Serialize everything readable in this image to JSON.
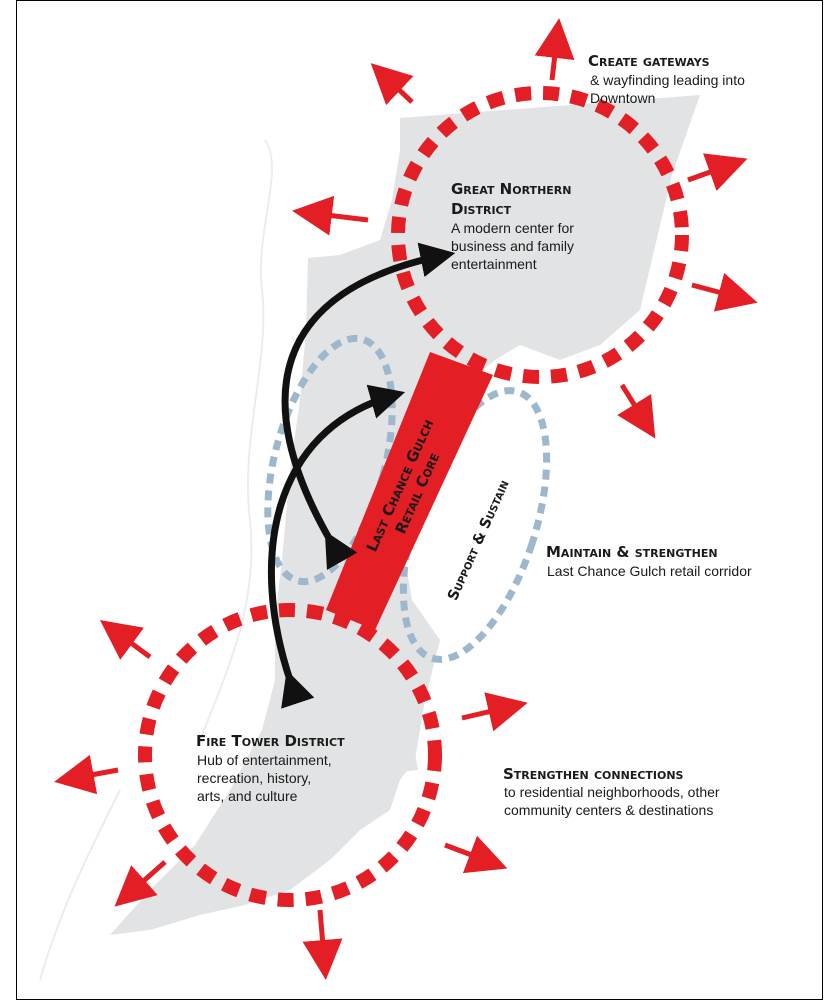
{
  "colors": {
    "gateway_red": "#e31e24",
    "land_gray": "#e2e3e4",
    "support_blue": "#9db7cc",
    "arrow_black": "#111111",
    "text": "#1a1a1a"
  },
  "gateways": {
    "title": "Create gateways",
    "subtitle_line1": "& wayfinding leading into",
    "subtitle_line2": "Downtown"
  },
  "great_northern": {
    "title_line1": "Great Northern",
    "title_line2": "District",
    "desc_line1": "A modern center for",
    "desc_line2": "business and family",
    "desc_line3": "entertainment"
  },
  "retail_core": {
    "line1": "Last Chance Gulch",
    "line2": "Retail Core"
  },
  "support": {
    "label": "Support & Sustain"
  },
  "maintain": {
    "title": "Maintain & strengthen",
    "subtitle": "Last Chance Gulch retail corridor"
  },
  "fire_tower": {
    "title": "Fire Tower District",
    "desc_line1": "Hub of entertainment,",
    "desc_line2": "recreation, history,",
    "desc_line3": "arts, and culture"
  },
  "connections": {
    "title": "Strengthen connections",
    "subtitle_line1": "to residential neighborhoods, other",
    "subtitle_line2": "community centers & destinations"
  }
}
